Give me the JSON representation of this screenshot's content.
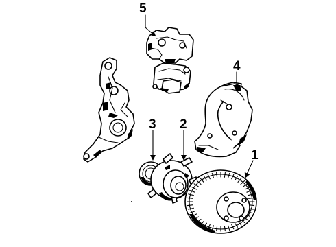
{
  "diagram": {
    "callouts": {
      "c1": "1",
      "c2": "2",
      "c3": "3",
      "c4": "4",
      "c5": "5"
    },
    "parts": {
      "c1": "brake-rotor",
      "c2": "hub-and-bearing",
      "c3": "seal",
      "c4": "splash-shield",
      "c5": "caliper",
      "knuckle": "steering-knuckle"
    }
  }
}
